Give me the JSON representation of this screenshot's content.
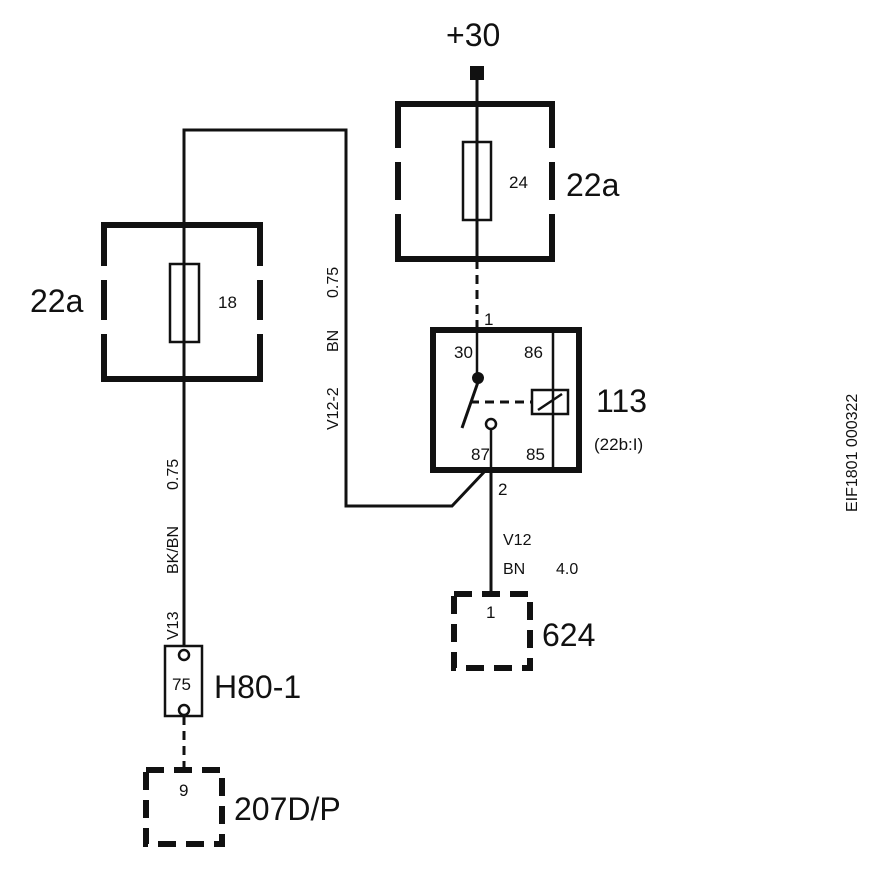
{
  "supply_label": "+30",
  "fuse_box_upper": {
    "name": "22a",
    "fuse_number": "24"
  },
  "fuse_box_left": {
    "name": "22a",
    "fuse_number": "18"
  },
  "wire_left_vertical": {
    "id": "V13",
    "color": "BK/BN",
    "size": "0.75"
  },
  "wire_middle_vertical": {
    "id": "V12-2",
    "color": "BN",
    "size": "0.75"
  },
  "wire_output": {
    "id": "V12",
    "color": "BN",
    "size": "4.0"
  },
  "relay": {
    "name": "113",
    "location": "(22b:I)",
    "pin_in_label": "1",
    "pin_out_label": "2",
    "terminals": {
      "t30": "30",
      "t86": "86",
      "t87": "87",
      "t85": "85"
    }
  },
  "connector_624": {
    "name": "624",
    "pin": "1"
  },
  "component_h80": {
    "name": "H80-1",
    "terminal": "75"
  },
  "connector_207": {
    "name": "207D/P",
    "pin": "9"
  },
  "drawing_id": "EIF1801 000322"
}
